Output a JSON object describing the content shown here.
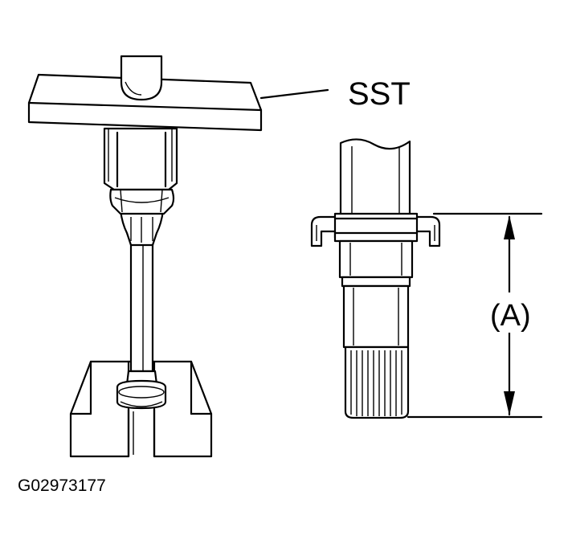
{
  "labels": {
    "tool": "SST",
    "dimension": "(A)",
    "figure_id": "G02973177"
  },
  "colors": {
    "line": "#000000",
    "background": "#ffffff"
  }
}
